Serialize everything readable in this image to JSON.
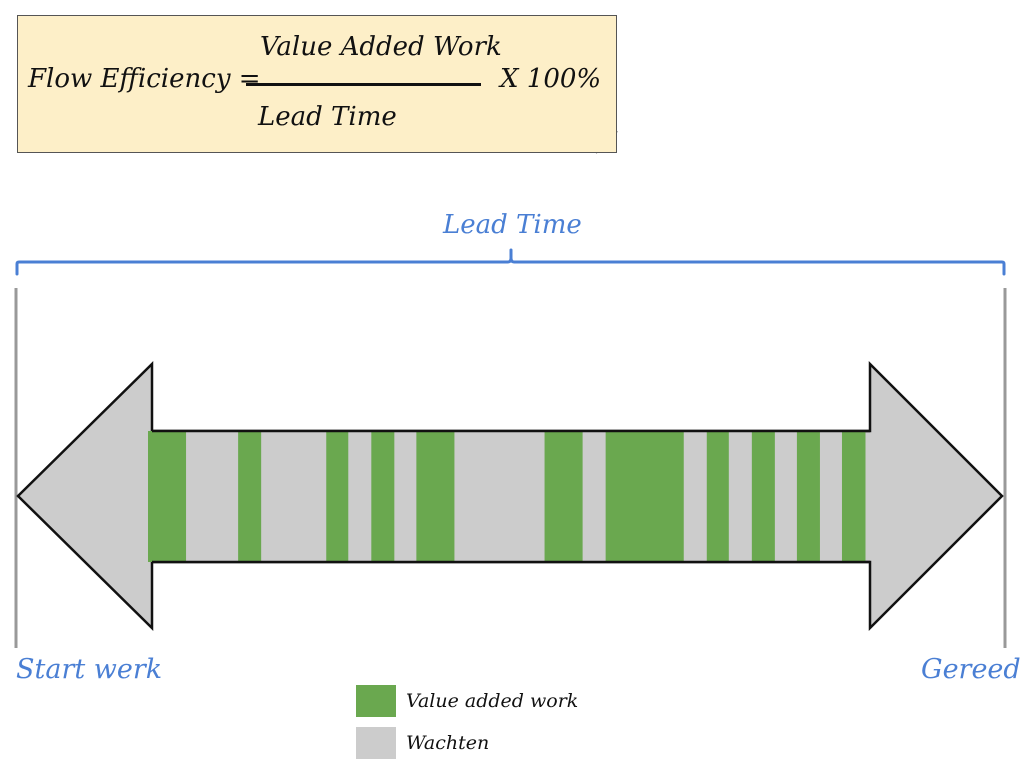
{
  "formula": {
    "label": "Flow Efficiency =",
    "numerator": "Value Added Work",
    "denominator": "Lead Time",
    "multiplier": "X 100%"
  },
  "timeline": {
    "span_label": "Lead Time",
    "start_label": "Start werk",
    "end_label": "Gereed",
    "segments": [
      {
        "type": "work",
        "length": 38
      },
      {
        "type": "wait",
        "length": 52
      },
      {
        "type": "work",
        "length": 23
      },
      {
        "type": "wait",
        "length": 65
      },
      {
        "type": "work",
        "length": 22
      },
      {
        "type": "wait",
        "length": 23
      },
      {
        "type": "work",
        "length": 23
      },
      {
        "type": "wait",
        "length": 22
      },
      {
        "type": "work",
        "length": 38
      },
      {
        "type": "wait",
        "length": 90
      },
      {
        "type": "work",
        "length": 38
      },
      {
        "type": "wait",
        "length": 23
      },
      {
        "type": "work",
        "length": 78
      },
      {
        "type": "wait",
        "length": 23
      },
      {
        "type": "work",
        "length": 22
      },
      {
        "type": "wait",
        "length": 23
      },
      {
        "type": "work",
        "length": 23
      },
      {
        "type": "wait",
        "length": 22
      },
      {
        "type": "work",
        "length": 23
      },
      {
        "type": "wait",
        "length": 22
      },
      {
        "type": "work",
        "length": 23
      }
    ]
  },
  "legend": {
    "work_label": "Value added work",
    "wait_label": "Wachten"
  },
  "colors": {
    "work": "#6aa84f",
    "wait": "#cccccc",
    "accent": "#4a7fd4",
    "note": "#fdefc8"
  }
}
